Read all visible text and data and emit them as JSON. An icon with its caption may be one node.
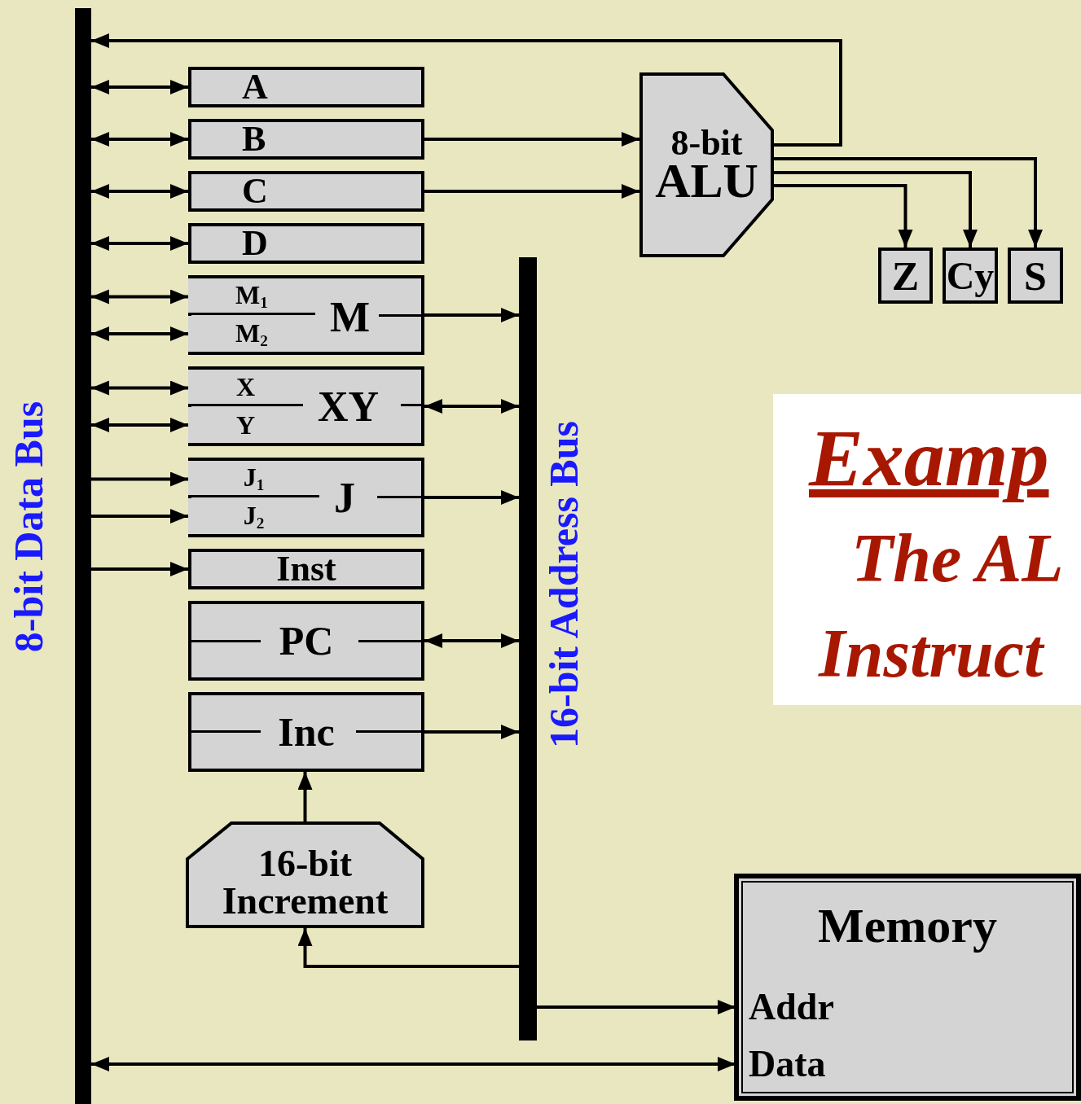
{
  "diagram": {
    "nodes": [
      {
        "text": [],
        "shape": "bar",
        "beside": [
          "8-bit Data Bus"
        ]
      },
      {
        "text": [
          "A"
        ]
      },
      {
        "text": [
          "B"
        ]
      },
      {
        "text": [
          "C"
        ]
      },
      {
        "text": [
          "D"
        ]
      },
      {
        "text": [
          "M"
        ]
      },
      {
        "text": [
          "M$_{1}$"
        ],
        "in": 5
      },
      {
        "text": [
          "M$_{2}$"
        ],
        "in": 5
      },
      {
        "text": [
          "XY"
        ]
      },
      {
        "text": [
          "X"
        ],
        "in": 8
      },
      {
        "text": [
          "Y"
        ],
        "in": 8
      },
      {
        "text": [
          "J"
        ]
      },
      {
        "text": [
          "J$_{1}$"
        ],
        "in": 11
      },
      {
        "text": [
          "J$_{2}$"
        ],
        "in": 11
      },
      {
        "text": [
          "Inst"
        ]
      },
      {
        "text": [
          "PC"
        ]
      },
      {
        "text": [
          "Inc"
        ]
      },
      {
        "text": [
          "16-bit Increment"
        ]
      },
      {
        "text": [],
        "shape": "bar",
        "beside": [
          "16-bit Address Bus"
        ]
      },
      {
        "text": [
          "8-bit",
          "ALU"
        ]
      },
      {
        "text": [
          "Z"
        ]
      },
      {
        "text": [
          "Cy"
        ]
      },
      {
        "text": [
          "S"
        ]
      },
      {
        "text": [
          "Memory"
        ]
      },
      {
        "text": [
          "Addr"
        ],
        "in": 23
      },
      {
        "text": [
          "Data"
        ],
        "in": 23
      },
      {
        "text": [
          "Examp",
          "The AL",
          "Instruct"
        ]
      }
    ],
    "edges": [
      {
        "from": 19,
        "to": 0,
        "arrow": "to"
      },
      {
        "from": 0,
        "to": 1,
        "arrow": "both"
      },
      {
        "from": 0,
        "to": 2,
        "arrow": "both"
      },
      {
        "from": 0,
        "to": 3,
        "arrow": "both"
      },
      {
        "from": 0,
        "to": 4,
        "arrow": "both"
      },
      {
        "from": 0,
        "to": 6,
        "arrow": "both"
      },
      {
        "from": 0,
        "to": 7,
        "arrow": "both"
      },
      {
        "from": 0,
        "to": 9,
        "arrow": "both"
      },
      {
        "from": 0,
        "to": 10,
        "arrow": "both"
      },
      {
        "from": 0,
        "to": 12,
        "arrow": "to"
      },
      {
        "from": 0,
        "to": 13,
        "arrow": "to"
      },
      {
        "from": 0,
        "to": 14,
        "arrow": "to"
      },
      {
        "from": 2,
        "to": 19,
        "arrow": "to"
      },
      {
        "from": 3,
        "to": 19,
        "arrow": "to"
      },
      {
        "from": 5,
        "to": 18,
        "arrow": "to"
      },
      {
        "from": 8,
        "to": 18,
        "arrow": "both"
      },
      {
        "from": 11,
        "to": 18,
        "arrow": "to"
      },
      {
        "from": 15,
        "to": 18,
        "arrow": "both"
      },
      {
        "from": 16,
        "to": 18,
        "arrow": "to"
      },
      {
        "from": 17,
        "to": 16,
        "arrow": "to"
      },
      {
        "from": 18,
        "to": 17,
        "arrow": "to"
      },
      {
        "from": 19,
        "to": 20,
        "arrow": "to"
      },
      {
        "from": 19,
        "to": 21,
        "arrow": "to"
      },
      {
        "from": 19,
        "to": 22,
        "arrow": "to"
      },
      {
        "from": 18,
        "to": 24,
        "arrow": "to"
      },
      {
        "from": 0,
        "to": 25,
        "arrow": "both"
      }
    ]
  }
}
